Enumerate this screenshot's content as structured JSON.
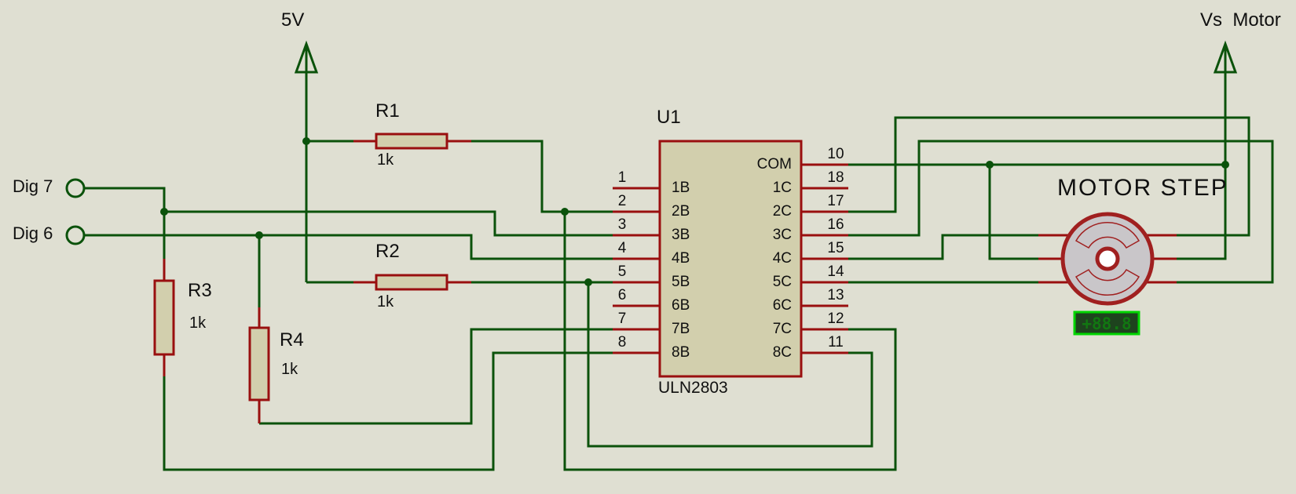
{
  "power": {
    "vcc": "5V",
    "motor_supply": "Vs  Motor"
  },
  "inputs": {
    "dig7": "Dig 7",
    "dig6": "Dig 6"
  },
  "chip": {
    "ref": "U1",
    "part": "ULN2803",
    "left_pins": [
      {
        "num": "1",
        "name": "1B"
      },
      {
        "num": "2",
        "name": "2B"
      },
      {
        "num": "3",
        "name": "3B"
      },
      {
        "num": "4",
        "name": "4B"
      },
      {
        "num": "5",
        "name": "5B"
      },
      {
        "num": "6",
        "name": "6B"
      },
      {
        "num": "7",
        "name": "7B"
      },
      {
        "num": "8",
        "name": "8B"
      }
    ],
    "right_pins": [
      {
        "num": "10",
        "name": "COM"
      },
      {
        "num": "18",
        "name": "1C"
      },
      {
        "num": "17",
        "name": "2C"
      },
      {
        "num": "16",
        "name": "3C"
      },
      {
        "num": "15",
        "name": "4C"
      },
      {
        "num": "14",
        "name": "5C"
      },
      {
        "num": "13",
        "name": "6C"
      },
      {
        "num": "12",
        "name": "7C"
      },
      {
        "num": "11",
        "name": "8C"
      }
    ]
  },
  "resistors": [
    {
      "ref": "R1",
      "value": "1k"
    },
    {
      "ref": "R2",
      "value": "1k"
    },
    {
      "ref": "R3",
      "value": "1k"
    },
    {
      "ref": "R4",
      "value": "1k"
    }
  ],
  "motor": {
    "label": "MOTOR STEP",
    "display_value": "+88.8"
  },
  "colors": {
    "background": "#dfdfd2",
    "wire_green": "#0b520b",
    "component_red": "#990f0f",
    "component_fill": "#d2cfad",
    "motor_fill": "#c9c6c9",
    "motor_ring": "#a02020",
    "display_border": "#00d500",
    "display_fill": "#1e431e",
    "display_text": "#117711"
  }
}
